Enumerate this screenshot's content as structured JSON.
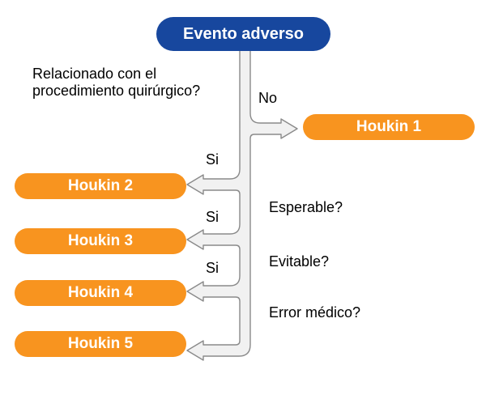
{
  "colors": {
    "background": "#FFFFFF",
    "root_node": "#17479E",
    "houkin_node": "#F8941F",
    "node_text": "#FFFFFF",
    "label_text": "#000000",
    "connector_fill": "#F1F1F1",
    "connector_stroke": "#8A8A8A"
  },
  "root_label": "Evento adverso",
  "left_question": {
    "line1": "Relacionado con el",
    "line2": "procedimiento quirúrgico?"
  },
  "no_label": "No",
  "si_labels": [
    "Si",
    "Si",
    "Si"
  ],
  "right_questions": [
    "Esperable?",
    "Evitable?",
    "Error médico?"
  ],
  "nodes": [
    {
      "label": "Houkin 1"
    },
    {
      "label": "Houkin 2"
    },
    {
      "label": "Houkin 3"
    },
    {
      "label": "Houkin 4"
    },
    {
      "label": "Houkin 5"
    }
  ]
}
